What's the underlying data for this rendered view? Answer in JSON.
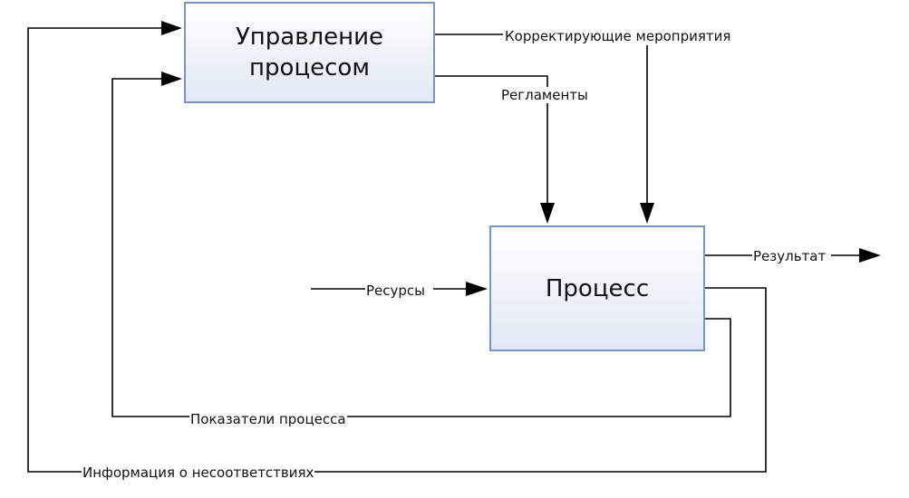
{
  "diagram": {
    "boxes": {
      "management": "Управление процесом",
      "process": "Процесс"
    },
    "labels": {
      "corrective_actions": "Корректирующие мероприятия",
      "regulations": "Регламенты",
      "result": "Результат",
      "resources": "Ресурсы",
      "process_indicators": "Показатели процесса",
      "nonconformity_info": "Информация о несоответствиях"
    },
    "colors": {
      "box_border": "#7a96c0",
      "box_fill_top": "#ffffff",
      "box_fill_bottom": "#dfe8f4",
      "line": "#000000"
    }
  }
}
